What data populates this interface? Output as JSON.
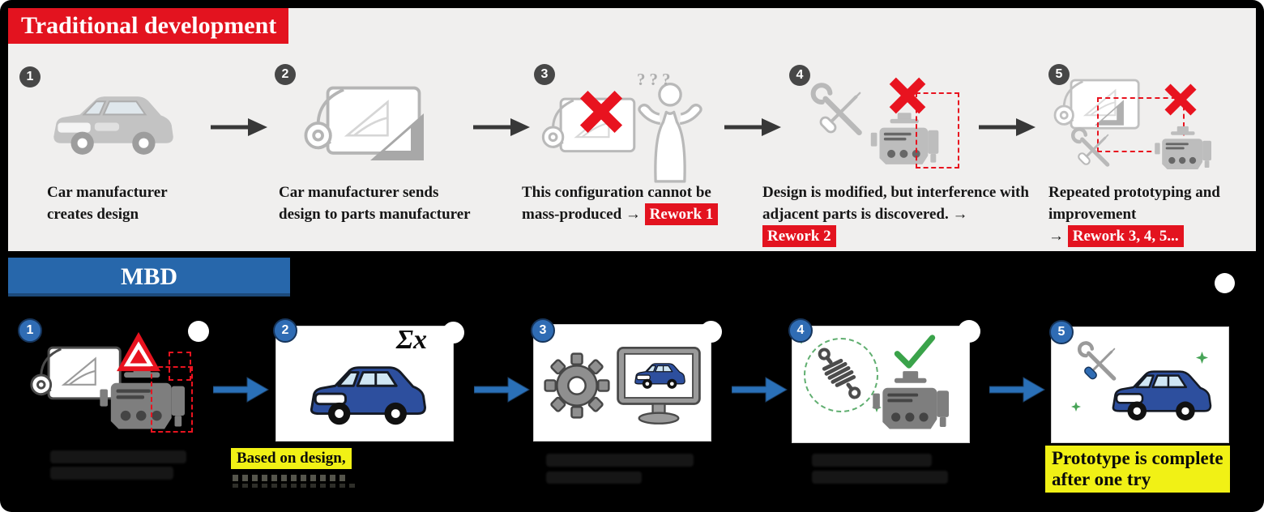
{
  "colors": {
    "banner_red": "#e3131f",
    "banner_blue": "#2767ab",
    "arrow_blue": "#2a70b8",
    "arrow_dark": "#383838",
    "highlight_yellow": "#f1f115",
    "panel_gray": "#f0efee",
    "badge_gray": "#474747",
    "badge_blue": "#2f6cb4"
  },
  "top": {
    "banner": "Traditional development",
    "steps": [
      {
        "num": "1",
        "icon": "gray-car-icon",
        "lines": [
          "Car manufacturer",
          "creates design"
        ]
      },
      {
        "num": "2",
        "icon": "blueprint-icon",
        "lines": [
          "Car manufacturer sends",
          "design to parts manufacturer"
        ]
      },
      {
        "num": "3",
        "icon": "rejected-blueprint-confused-person-icon",
        "thought": "???",
        "line1": "This configuration cannot be",
        "line2": "mass-produced → ",
        "chip": "Rework 1"
      },
      {
        "num": "4",
        "icon": "tools-engine-interference-icon",
        "line1": "Design is modified, but interference with",
        "line2": "adjacent parts is discovered. → ",
        "chip": "Rework 2"
      },
      {
        "num": "5",
        "icon": "repeated-prototyping-icon",
        "line1": "Repeated prototyping and",
        "line2": "improvement",
        "line3": "→ ",
        "chip": "Rework 3, 4, 5..."
      }
    ]
  },
  "bottom": {
    "banner": "MBD",
    "steps": [
      {
        "num": "1",
        "icon": "blueprint-warning-engine-icon"
      },
      {
        "num": "2",
        "icon": "model-blue-car-icon",
        "formula": "Σx",
        "label": "Based on design,"
      },
      {
        "num": "3",
        "icon": "gear-simulation-monitor-icon"
      },
      {
        "num": "4",
        "icon": "validated-suspension-engine-icon"
      },
      {
        "num": "5",
        "icon": "tools-prototype-car-icon",
        "label_line1": "Prototype is complete",
        "label_line2": "after one try"
      }
    ]
  }
}
